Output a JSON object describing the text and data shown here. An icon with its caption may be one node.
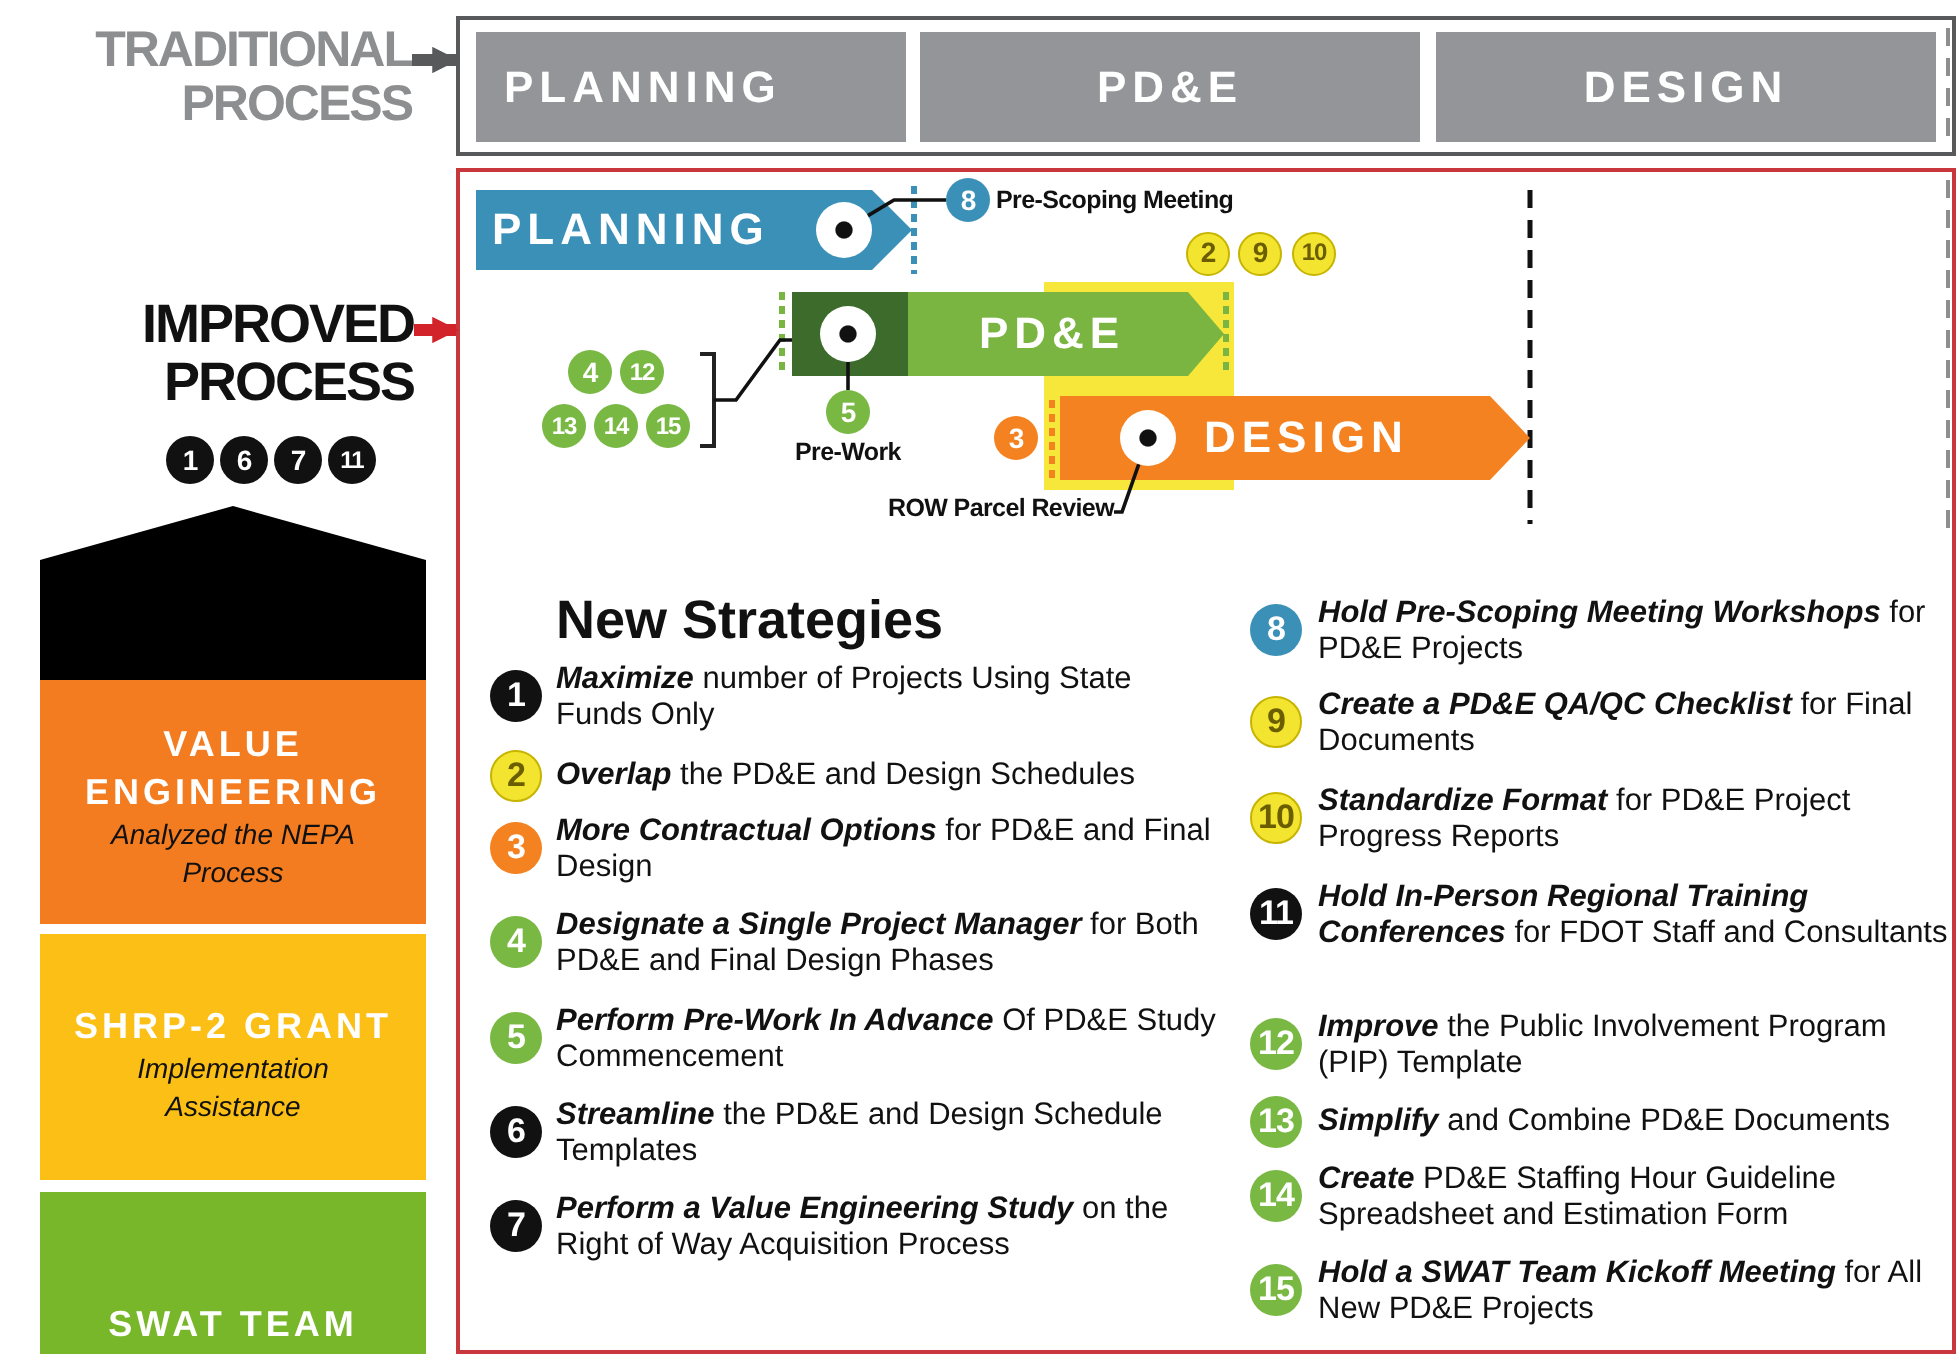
{
  "diagram": {
    "nodes": [
      {
        "text": [
          "TRADITIONAL PROCESS"
        ]
      },
      {
        "text": [],
        "shape": "box"
      },
      {
        "text": [
          "PLANNING"
        ],
        "in": 1
      },
      {
        "text": [
          "PD&E"
        ],
        "in": 1
      },
      {
        "text": [
          "DESIGN"
        ],
        "in": 1
      },
      {
        "text": [
          "IMPROVED PROCESS"
        ]
      },
      {
        "text": [],
        "shape": "box"
      },
      {
        "text": [
          "PLANNING"
        ],
        "in": 6
      },
      {
        "text": [],
        "shape": "circle",
        "in": 7
      },
      {
        "text": [
          "8"
        ],
        "in": 6,
        "beside": [
          "Pre-Scoping Meeting"
        ]
      },
      {
        "text": [
          "2"
        ],
        "in": 6
      },
      {
        "text": [
          "9"
        ],
        "in": 6
      },
      {
        "text": [
          "10"
        ],
        "in": 6
      },
      {
        "text": [
          "4"
        ],
        "in": 6
      },
      {
        "text": [
          "12"
        ],
        "in": 6
      },
      {
        "text": [
          "13"
        ],
        "in": 6
      },
      {
        "text": [
          "14"
        ],
        "in": 6
      },
      {
        "text": [
          "15"
        ],
        "in": 6
      },
      {
        "text": [
          "PD&E"
        ],
        "in": 6
      },
      {
        "text": [],
        "shape": "circle",
        "in": 18
      },
      {
        "text": [
          "5"
        ],
        "in": 6,
        "beside": [
          "Pre-Work"
        ]
      },
      {
        "text": [
          "3"
        ],
        "in": 6
      },
      {
        "text": [
          "DESIGN"
        ],
        "in": 6
      },
      {
        "text": [],
        "shape": "circle",
        "in": 22
      },
      {
        "text": [
          "ROW Parcel Review"
        ],
        "in": 6
      },
      {
        "text": [
          "1"
        ]
      },
      {
        "text": [
          "6"
        ]
      },
      {
        "text": [
          "7"
        ]
      },
      {
        "text": [
          "11"
        ]
      },
      {
        "text": [],
        "shape": "pentagon"
      },
      {
        "text": [
          "VALUE ENGINEERING",
          "Analyzed the NEPA Process"
        ]
      },
      {
        "text": [
          "SHRP-2 GRANT",
          "Implementation Assistance"
        ]
      },
      {
        "text": [
          "SWAT TEAM"
        ]
      },
      {
        "text": [
          "1"
        ],
        "in": 6,
        "beside": [
          "**Maximize** number of Projects Using State Funds Only"
        ]
      },
      {
        "text": [
          "2"
        ],
        "in": 6,
        "beside": [
          "**Overlap** the PD&E and Design Schedules"
        ]
      },
      {
        "text": [
          "3"
        ],
        "in": 6,
        "beside": [
          "**More Contractual Options** for PD&E and Final Design"
        ]
      },
      {
        "text": [
          "4"
        ],
        "in": 6,
        "beside": [
          "**Designate a Single Project Manager** for Both PD&E and Final Design Phases"
        ]
      },
      {
        "text": [
          "5"
        ],
        "in": 6,
        "beside": [
          "**Perform Pre-Work In Advance** Of PD&E Study Commencement"
        ]
      },
      {
        "text": [
          "6"
        ],
        "in": 6,
        "beside": [
          "**Streamline** the PD&E and Design Schedule Templates"
        ]
      },
      {
        "text": [
          "7"
        ],
        "in": 6,
        "beside": [
          "**Perform a Value Engineering Study** on the Right of Way Acquisition Process"
        ]
      },
      {
        "text": [
          "8"
        ],
        "in": 6,
        "beside": [
          "**Hold Pre-Scoping Meeting Workshops** for PD&E Projects"
        ]
      },
      {
        "text": [
          "9"
        ],
        "in": 6,
        "beside": [
          "**Create a PD&E QA/QC Checklist** for Final Documents"
        ]
      },
      {
        "text": [
          "10"
        ],
        "in": 6,
        "beside": [
          "**Standardize Format** for PD&E Project Progress Reports"
        ]
      },
      {
        "text": [
          "11"
        ],
        "in": 6,
        "beside": [
          "**Hold In-Person Regional Training Conferences** for FDOT Staff and Consultants"
        ]
      },
      {
        "text": [
          "12"
        ],
        "in": 6,
        "beside": [
          "**Improve** the Public Involvement Program (PIP) Template"
        ]
      },
      {
        "text": [
          "13"
        ],
        "in": 6,
        "beside": [
          "**Simplify** and Combine PD&E Documents"
        ]
      },
      {
        "text": [
          "14"
        ],
        "in": 6,
        "beside": [
          "**Create** PD&E Staffing Hour Guideline Spreadsheet and Estimation Form"
        ]
      },
      {
        "text": [
          "15"
        ],
        "in": 6,
        "beside": [
          "**Hold a SWAT Team Kickoff Meeting** for All New PD&E Projects"
        ]
      }
    ],
    "edges": [
      {
        "from": 0,
        "to": 1,
        "arrow": "to",
        "style": "thick",
        "color": "#58595b"
      },
      {
        "from": 5,
        "to": 6,
        "arrow": "to",
        "style": "thick",
        "color": "#d2232a"
      },
      {
        "from": 8,
        "to": 9,
        "arrow": "none"
      },
      {
        "from": 24,
        "to": 23,
        "arrow": "none"
      },
      {
        "from": 20,
        "to": 19,
        "arrow": "none"
      },
      {
        "from": null,
        "to": 18,
        "arrow": "none"
      }
    ],
    "labels": [
      "New Strategies"
    ]
  }
}
